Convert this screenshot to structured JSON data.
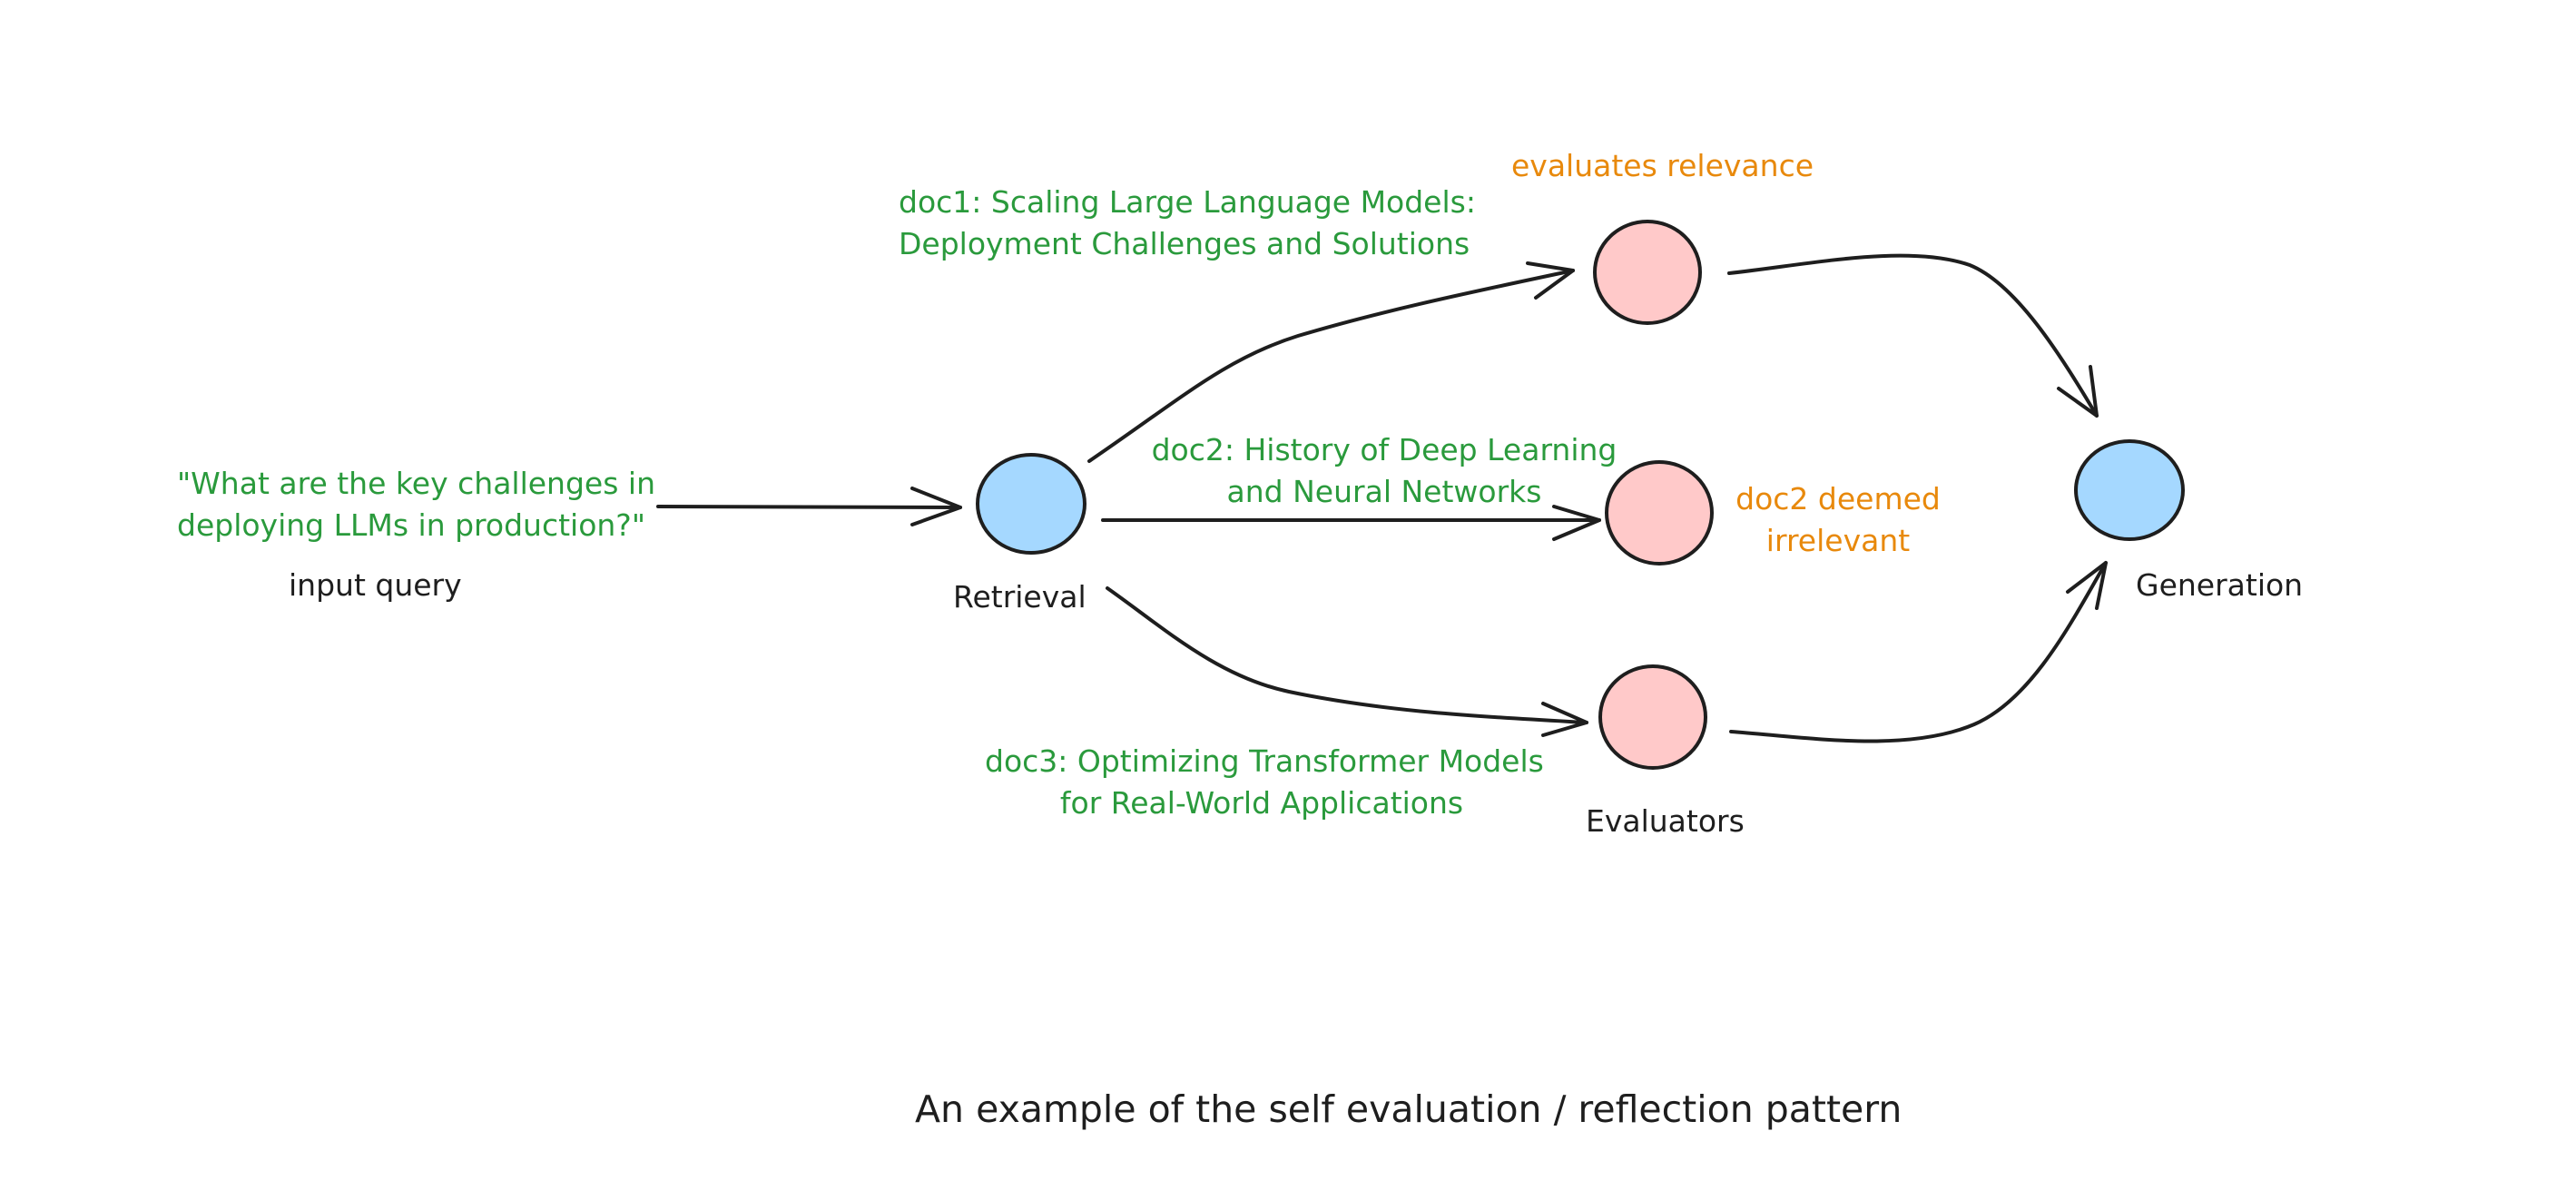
{
  "query": {
    "text_line1": "\"What are the key challenges in",
    "text_line2": "deploying LLMs in production?\"",
    "label": "input query"
  },
  "retrieval": {
    "label": "Retrieval"
  },
  "docs": [
    {
      "line1": "doc1: Scaling Large Language Models:",
      "line2": "Deployment Challenges and Solutions"
    },
    {
      "line1": "doc2: History of Deep Learning",
      "line2": "and Neural Networks"
    },
    {
      "line1": "doc3: Optimizing Transformer Models",
      "line2": "for Real-World Applications"
    }
  ],
  "evaluators": {
    "label": "Evaluators",
    "relevance_note": "evaluates relevance",
    "irrelevant_note_line1": "doc2 deemed",
    "irrelevant_note_line2": "irrelevant"
  },
  "generation": {
    "label": "Generation"
  },
  "caption": "An example of the self evaluation / reflection pattern",
  "colors": {
    "blue_node": "#a5d8ff",
    "pink_node": "#ffc9c9",
    "stroke": "#1e1e1e",
    "green_text": "#2a9a3c",
    "orange_text": "#e8890c"
  }
}
